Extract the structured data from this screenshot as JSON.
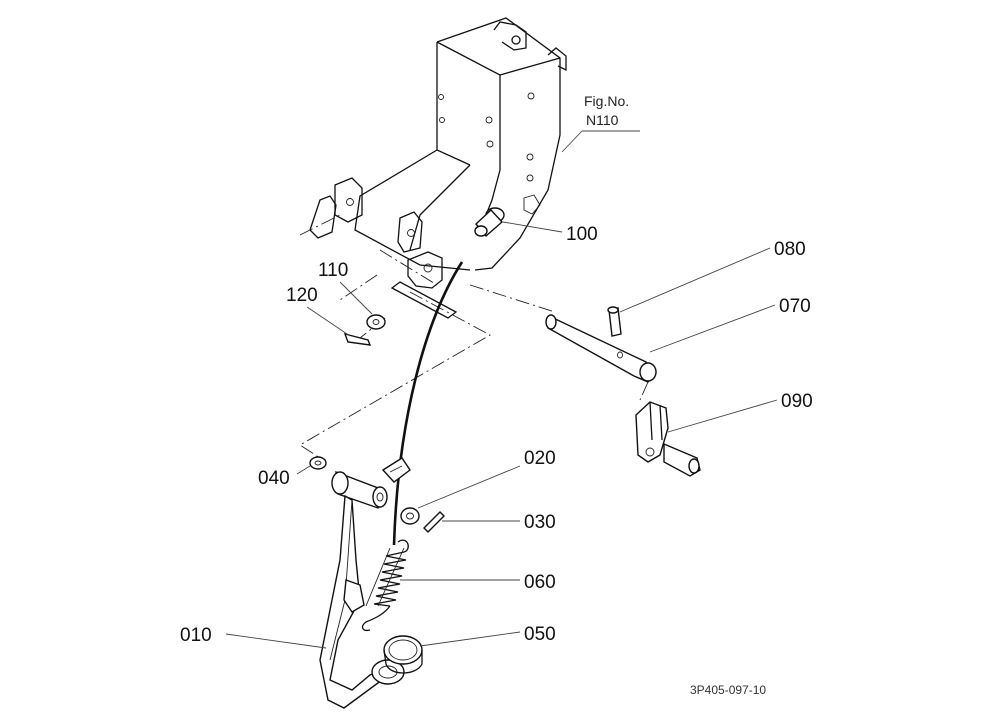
{
  "figure": {
    "fig_label": "Fig.No.",
    "fig_number": "N110",
    "drawing_code": "3P405-097-10"
  },
  "callouts": [
    {
      "id": "100",
      "text": "100"
    },
    {
      "id": "110",
      "text": "110"
    },
    {
      "id": "120",
      "text": "120"
    },
    {
      "id": "080",
      "text": "080"
    },
    {
      "id": "070",
      "text": "070"
    },
    {
      "id": "090",
      "text": "090"
    },
    {
      "id": "040",
      "text": "040"
    },
    {
      "id": "020",
      "text": "020"
    },
    {
      "id": "030",
      "text": "030"
    },
    {
      "id": "060",
      "text": "060"
    },
    {
      "id": "010",
      "text": "010"
    },
    {
      "id": "050",
      "text": "050"
    }
  ]
}
